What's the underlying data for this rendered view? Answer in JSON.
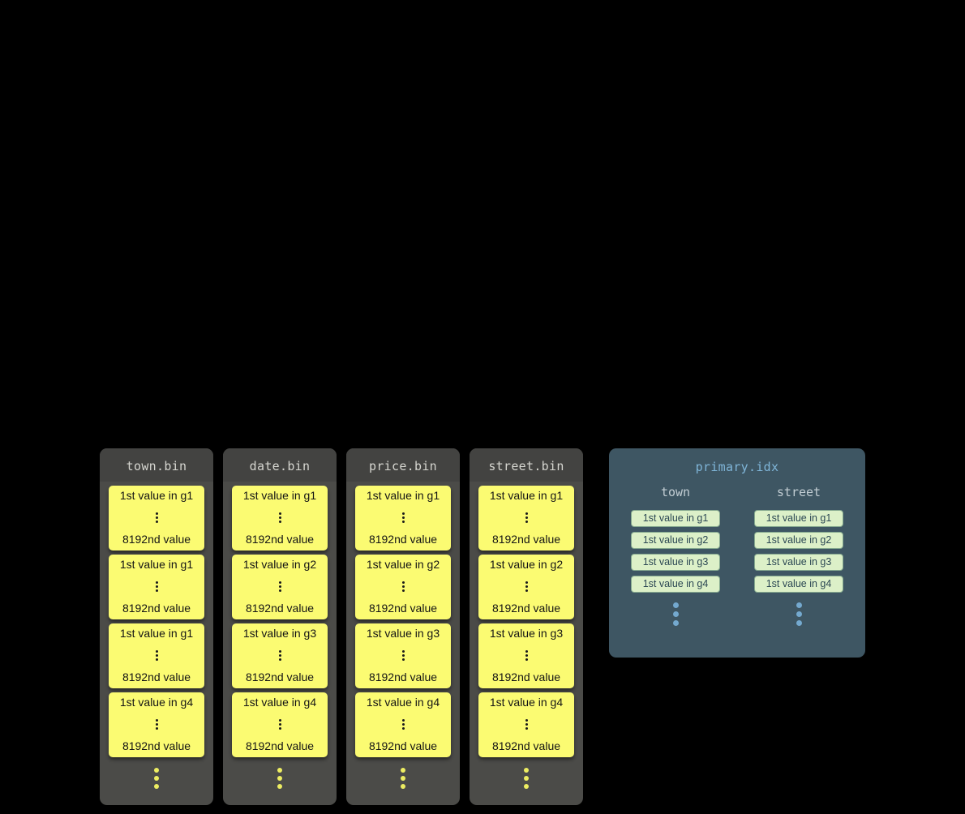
{
  "bin_columns": [
    {
      "title": "town.bin",
      "blocks": [
        {
          "top": "1st value in g1",
          "bottom": "8192nd value"
        },
        {
          "top": "1st value in g1",
          "bottom": "8192nd value"
        },
        {
          "top": "1st value in g1",
          "bottom": "8192nd value"
        },
        {
          "top": "1st value in g4",
          "bottom": "8192nd value"
        }
      ]
    },
    {
      "title": "date.bin",
      "blocks": [
        {
          "top": "1st value in g1",
          "bottom": "8192nd value"
        },
        {
          "top": "1st value in g2",
          "bottom": "8192nd value"
        },
        {
          "top": "1st value in g3",
          "bottom": "8192nd value"
        },
        {
          "top": "1st value in g4",
          "bottom": "8192nd value"
        }
      ]
    },
    {
      "title": "price.bin",
      "blocks": [
        {
          "top": "1st value in g1",
          "bottom": "8192nd value"
        },
        {
          "top": "1st value in g2",
          "bottom": "8192nd value"
        },
        {
          "top": "1st value in g3",
          "bottom": "8192nd value"
        },
        {
          "top": "1st value in g4",
          "bottom": "8192nd value"
        }
      ]
    },
    {
      "title": "street.bin",
      "blocks": [
        {
          "top": "1st value in g1",
          "bottom": "8192nd value"
        },
        {
          "top": "1st value in g2",
          "bottom": "8192nd value"
        },
        {
          "top": "1st value in g3",
          "bottom": "8192nd value"
        },
        {
          "top": "1st value in g4",
          "bottom": "8192nd value"
        }
      ]
    }
  ],
  "index_panel": {
    "title": "primary.idx",
    "columns": [
      {
        "header": "town",
        "chips": [
          "1st value in g1",
          "1st value in g2",
          "1st value in g3",
          "1st value in g4"
        ]
      },
      {
        "header": "street",
        "chips": [
          "1st value in g1",
          "1st value in g2",
          "1st value in g3",
          "1st value in g4"
        ]
      }
    ]
  },
  "colors": {
    "background": "#000000",
    "bin_panel": "#4b4b48",
    "bin_panel_header": "#434341",
    "granule_block": "#fbfb72",
    "granule_text": "#141414",
    "yellow_dots": "#eded62",
    "index_panel": "#3e5663",
    "index_title": "#7fb5d8",
    "index_header": "#c2cdd3",
    "index_chip": "#dcf0c8",
    "index_chip_text": "#2b4753",
    "blue_dots": "#74a9cf"
  }
}
